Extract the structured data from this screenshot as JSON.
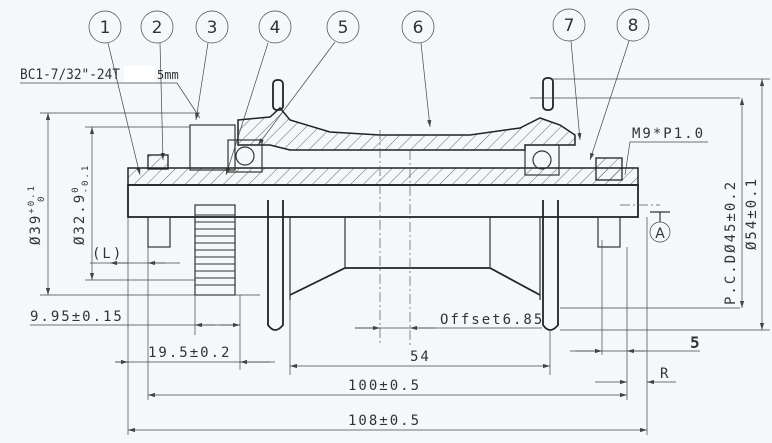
{
  "balloons": [
    "1",
    "2",
    "3",
    "4",
    "5",
    "6",
    "7",
    "8"
  ],
  "annotations": {
    "spline": "BC1-7/32\"-24T",
    "spline_suffix": "5mm",
    "thread": "M9*P1.0",
    "datum": "A",
    "offset": "Offset6.85",
    "L": "(L)"
  },
  "dimensions": {
    "d39": "Ø39",
    "d39_tol_upper": "+0.1",
    "d39_tol_lower": "0",
    "d329": "Ø32.9",
    "d329_tol_upper": "0",
    "d329_tol_lower": "-0.1",
    "pcd": "P.C.DØ45±0.2",
    "d54": "Ø54±0.1",
    "w995": "9.95±0.15",
    "w195": "19.5±0.2",
    "w54": "54",
    "w100": "100±0.5",
    "w108": "108±0.5",
    "w5": "5",
    "R": "R"
  },
  "colors": {
    "line": "#333333",
    "background": "#f4f8fa"
  }
}
